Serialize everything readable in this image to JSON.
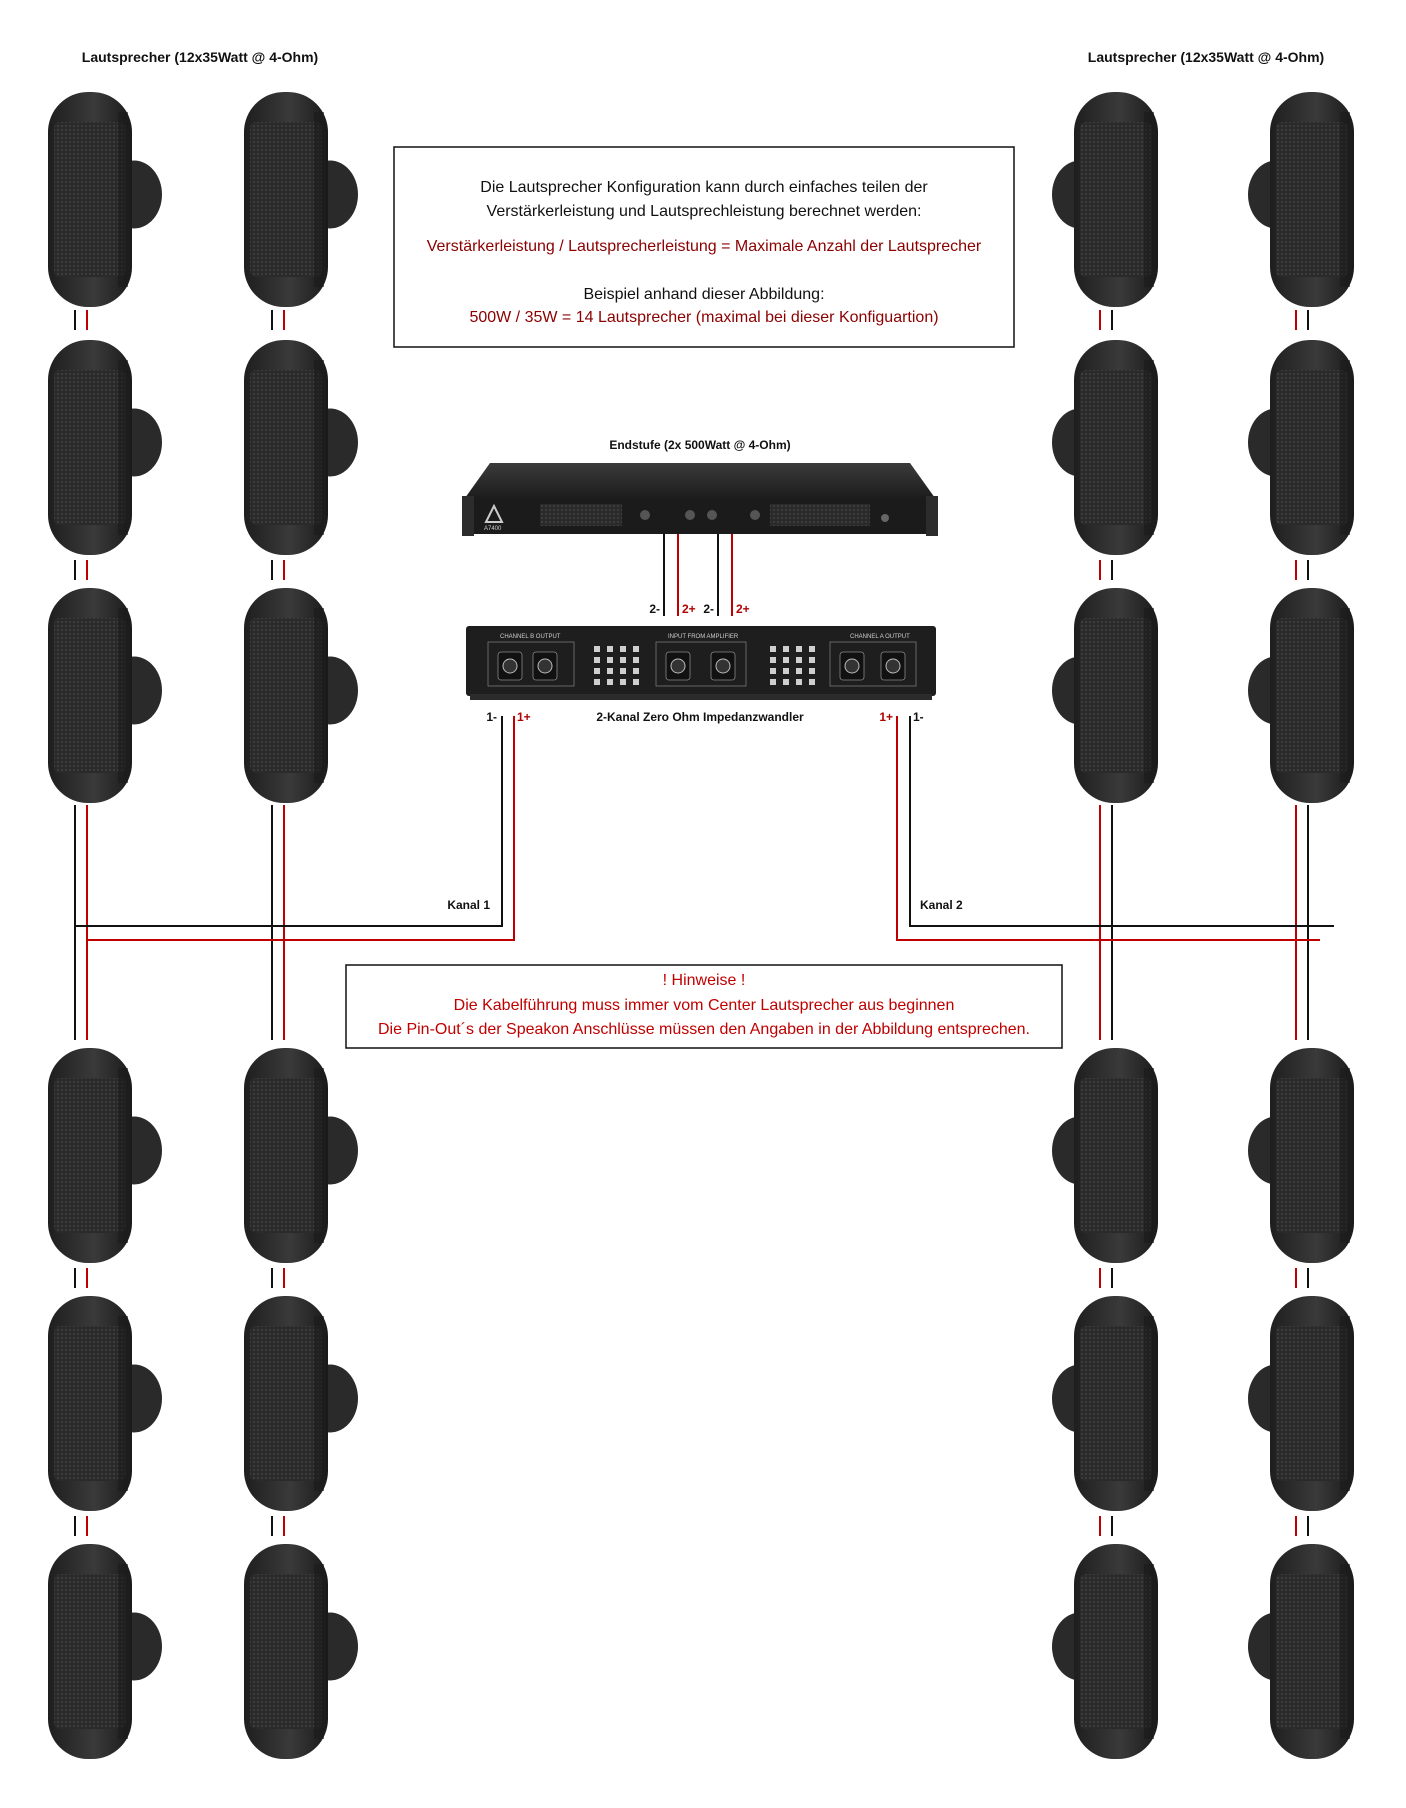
{
  "labels": {
    "speakers_left": "Lautsprecher (12x35Watt @ 4-Ohm)",
    "speakers_right": "Lautsprecher (12x35Watt @ 4-Ohm)",
    "amplifier": "Endstufe (2x 500Watt @ 4-Ohm)",
    "converter": "2-Kanal Zero Ohm Impedanzwandler",
    "channel_1": "Kanal 1",
    "channel_2": "Kanal 2"
  },
  "pins": {
    "amp_a_minus": "2-",
    "amp_a_plus": "2+",
    "amp_b_minus": "2-",
    "amp_b_plus": "2+",
    "ch1_minus": "1-",
    "ch1_plus": "1+",
    "ch2_plus": "1+",
    "ch2_minus": "1-"
  },
  "info_box": {
    "line1": "Die Lautsprecher Konfiguration kann durch einfaches teilen der",
    "line2": "Verstärkerleistung und Lautsprechleistung berechnet werden:",
    "formula": "Verstärkerleistung / Lautsprecherleistung = Maximale Anzahl der Lautsprecher",
    "example_title": "Beispiel anhand dieser Abbildung:",
    "example": "500W / 35W = 14 Lautsprecher (maximal bei dieser Konfiguartion)"
  },
  "note_box": {
    "title": "! Hinweise !",
    "line1": "Die Kabelführung muss immer vom Center Lautsprecher aus beginnen",
    "line2": "Die Pin-Out´s  der Speakon Anschlüsse müssen den Angaben in der Abbildung entsprechen."
  },
  "device_text": {
    "amp_model": "A7400",
    "conv_ch_b": "CHANNEL B OUTPUT",
    "conv_input": "INPUT FROM AMPLIFIER",
    "conv_ch_a": "CHANNEL A OUTPUT"
  },
  "colors": {
    "wire_black": "#111111",
    "wire_red": "#c00000",
    "speaker_body": "#2d2d2d",
    "text_red": "#8b0000"
  }
}
